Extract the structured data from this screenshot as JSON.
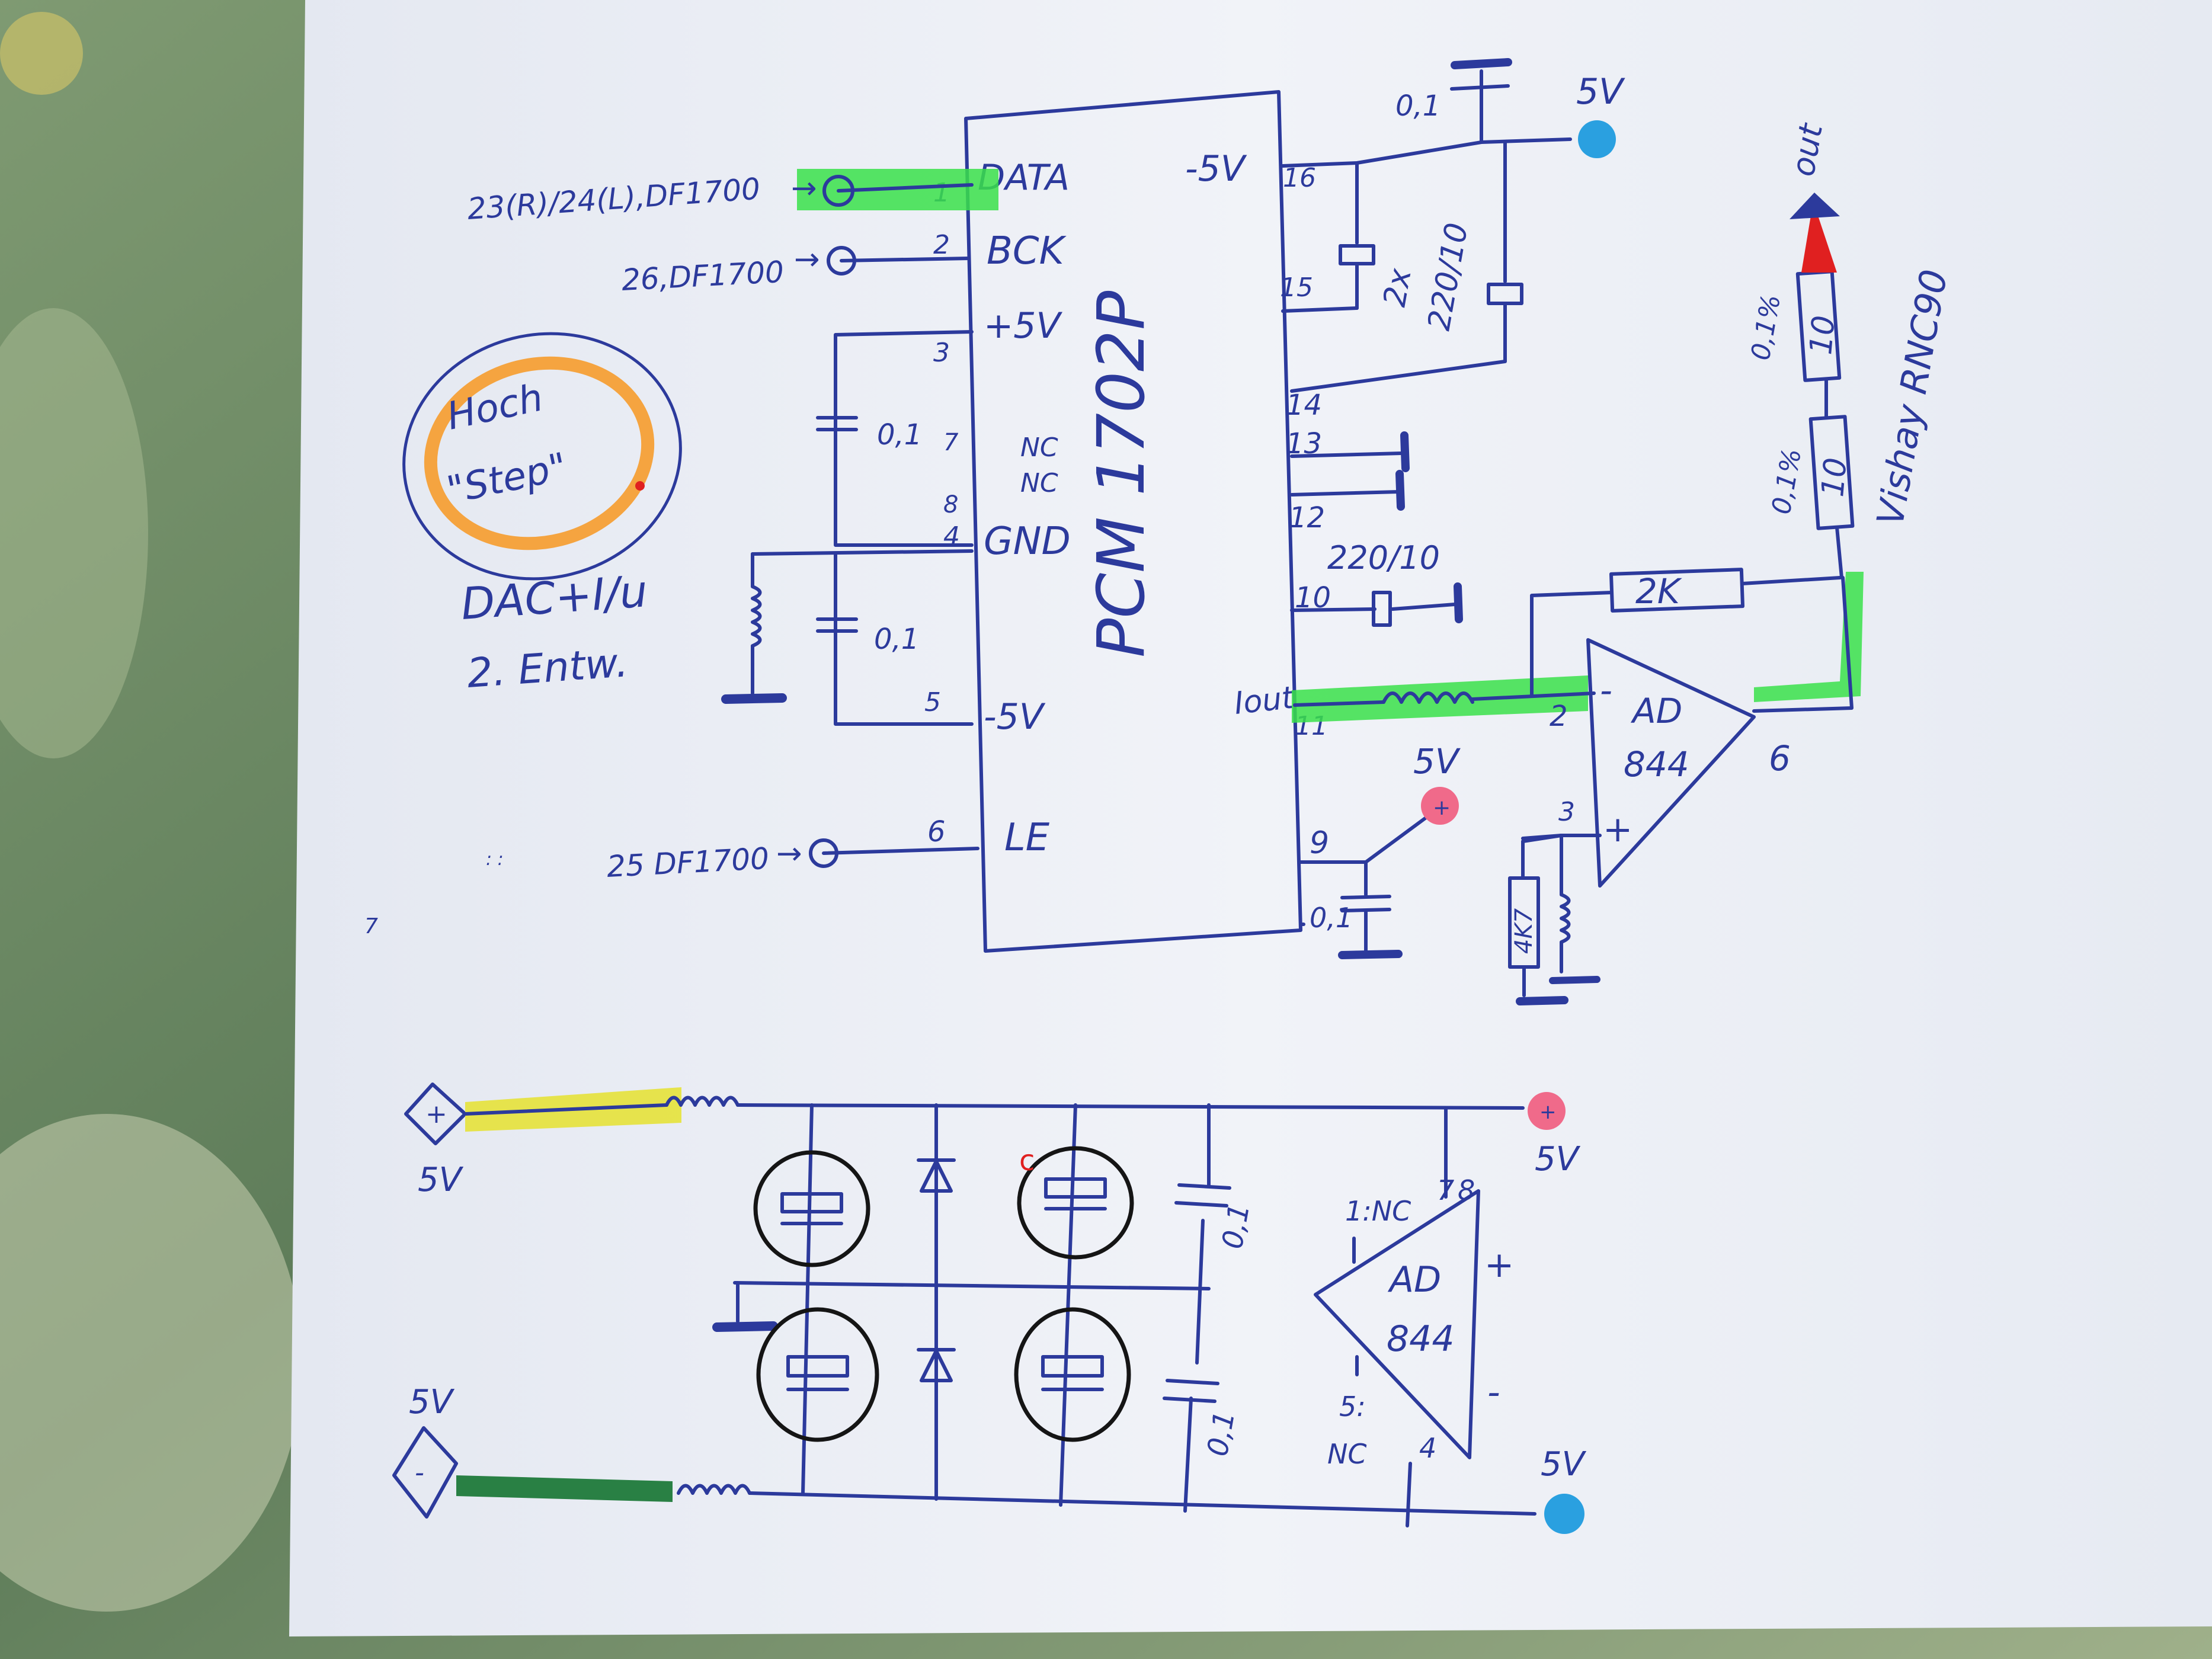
{
  "colors": {
    "ink": "#2c3a9c",
    "paper": "#eef1f6",
    "highlight_green": "#39e04a",
    "highlight_yellow": "#e6e23a",
    "highlight_orange": "#f5a440",
    "highlight_red": "#f06a8a",
    "highlight_blue": "#2aa0e0",
    "highlight_darkgreen": "#1f7a3a",
    "marker_black": "#151515"
  },
  "schematic": {
    "chip_name": "PCM 1702P",
    "note_circle": [
      "Hoch",
      "\"Step\""
    ],
    "note_title": [
      "DAC+I/u",
      "2. Entw."
    ],
    "inputs": {
      "data": "23(R)/24(L),DF1700",
      "bck": "26,DF1700",
      "le": "25 DF1700"
    },
    "left_pins": {
      "data": "DATA",
      "bck": "BCK",
      "p5v": "+5V",
      "nc1": "NC",
      "nc2": "NC",
      "gnd": "GND",
      "m5v": "-5V",
      "le": "LE"
    },
    "left_pin_numbers": [
      "1",
      "2",
      "3",
      "7",
      "8",
      "4",
      "5",
      "6"
    ],
    "right_pins": {
      "m5v": "-5V",
      "p16": "16",
      "p15": "15",
      "p14": "14",
      "p13": "13",
      "p12": "12",
      "p10": "10",
      "iout": "Iout",
      "p11": "11",
      "p9": "9"
    },
    "caps": {
      "c01": "0,1",
      "c_2x": "2x",
      "c_220_10": "220/10",
      "c_220_10_b": "220/10"
    },
    "supply_labels": {
      "v5": "5V"
    },
    "opamp": {
      "name_top": "AD",
      "name_bottom": "844",
      "pin2": "2",
      "pin3": "3",
      "pin6": "6",
      "minus": "-",
      "plus": "+"
    },
    "resistors": {
      "r2k": "2K",
      "r4k7": "4K7",
      "r10a": "10",
      "r10b": "10",
      "tol": "0,1%",
      "out": "out",
      "vishay": "Vishay RNC90"
    },
    "power": {
      "plus_in": "+",
      "minus_in": "-",
      "v5": "5V",
      "nc_top": "1:NC",
      "pin7": "7",
      "pin8": "8",
      "nc_bottom": "5:",
      "nc_bottom2": "NC",
      "pin4": "4",
      "opamp_top": "AD",
      "opamp_bottom": "844",
      "plus": "+",
      "minus": "-",
      "cap": "0,1"
    }
  }
}
